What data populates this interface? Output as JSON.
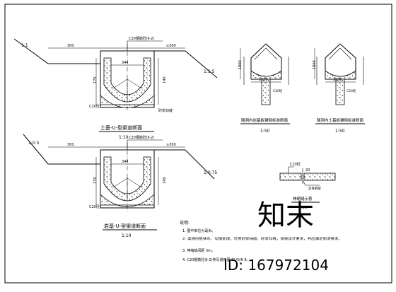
{
  "section_a": {
    "title": "土基-U-型渠道断面",
    "scale": "1:10",
    "slope_left": "1:1",
    "slope_right": "1:1.5",
    "cover_note": "C20钢筋砼(Ⅱ-2)",
    "dim_left": "300",
    "dim_right": "≥300",
    "dim_mid": "344",
    "dim_depth": "170",
    "dim_h": "140",
    "base_label": "C20砼",
    "side_label": "砂浆勾缝"
  },
  "section_b": {
    "title": "岩基-U-型渠道断面",
    "scale": "1:10",
    "slope_left": "1:0.5",
    "slope_right": "1:0.75",
    "cover_note": "C20钢筋砼(Ⅱ-2)",
    "dim_left": "300",
    "dim_right": "≥300",
    "dim_mid": "344",
    "dim_depth": "170",
    "dim_h": "140",
    "base_label": "C20砼"
  },
  "detail_left": {
    "title": "隧洞内岩基板铺砌标准断面",
    "scale": "1:50",
    "dim_w": "1500",
    "dim_h": "1800",
    "note": "C20砼"
  },
  "detail_right": {
    "title": "隧洞内土基板铺砌标准断面",
    "scale": "1:50",
    "dim_w": "1500",
    "dim_h": "1800",
    "note": "C20砼"
  },
  "joint": {
    "title": "伸缩缝示意",
    "scale": "1:10",
    "label_a": "C20砼",
    "label_b": "20",
    "label_c": "沥青麻絮"
  },
  "notes": {
    "heading": "说明:",
    "items": [
      "1. 图中单位为毫米。",
      "2. 渠道内壁抹灰、勾缝处理，可用砂浆抹面、砂浆勾缝，或按设计要求，并应满足防渗要求。",
      "3. 伸缩缝间距 3m。",
      "4. C20钢筋砼(Ⅱ-2)参见通用图 ZL/G/6 8。"
    ]
  },
  "watermark": {
    "logo_text": "知末",
    "id_text": "ID: 167972104"
  }
}
